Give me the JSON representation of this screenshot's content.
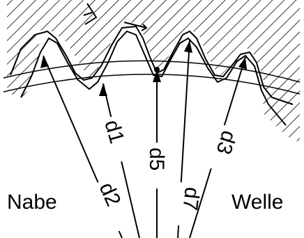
{
  "labels": {
    "hub": "Nabe",
    "shaft": "Welle"
  },
  "dimensions": {
    "d1": "d1",
    "d2": "d2",
    "d3": "d3",
    "d5": "d5",
    "d7": "d7"
  },
  "colors": {
    "line": "#000000",
    "background": "#ffffff"
  }
}
